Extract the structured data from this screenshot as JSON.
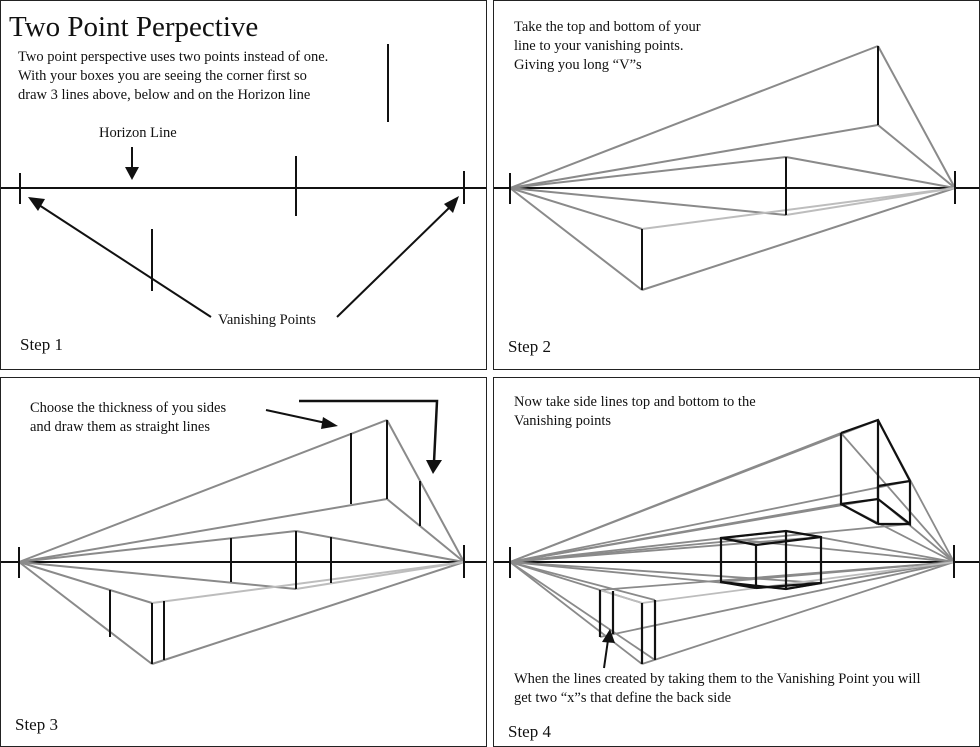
{
  "step1": {
    "title": "Two Point Perpective",
    "intro": [
      "Two point perspective uses two points instead of one.",
      "With your boxes you are seeing the corner first so",
      "draw 3 lines above, below and on the Horizon line"
    ],
    "horizon_label": "Horizon Line",
    "vanishing_label": "Vanishing Points",
    "step": "Step 1"
  },
  "step2": {
    "text": [
      "Take  the top and bottom of your",
      "line to your vanishing points.",
      "Giving you long “V”s"
    ],
    "step": "Step 2"
  },
  "step3": {
    "text": [
      "Choose the thickness of you sides",
      "and draw them as straight lines"
    ],
    "step": "Step 3"
  },
  "step4": {
    "text": [
      "Now take side lines top and bottom to the",
      "Vanishing points"
    ],
    "note": [
      "When the lines created by taking them to the Vanishing Point you will",
      "get two “x”s that define the back side"
    ],
    "step": "Step 4"
  },
  "colors": {
    "ink": "#111111",
    "guide": "#8a8a8a",
    "light_guide": "#bdbdbd"
  }
}
